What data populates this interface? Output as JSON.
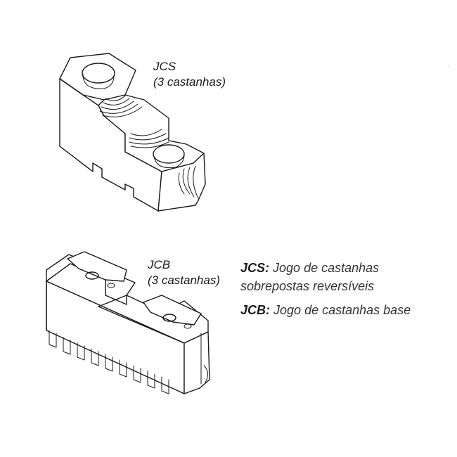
{
  "labels": {
    "jcs_code": "JCS",
    "jcs_count": "(3 castanhas)",
    "jcb_code": "JCB",
    "jcb_count": "(3 castanhas)"
  },
  "legend": [
    {
      "code": "JCS:",
      "desc_line1": "Jogo de castanhas",
      "desc_line2": "sobrepostas reversíveis"
    },
    {
      "code": "JCB:",
      "desc_line1": "Jogo de castanhas base",
      "desc_line2": ""
    }
  ],
  "colors": {
    "line": "#1a1a1a",
    "background": "#ffffff"
  }
}
